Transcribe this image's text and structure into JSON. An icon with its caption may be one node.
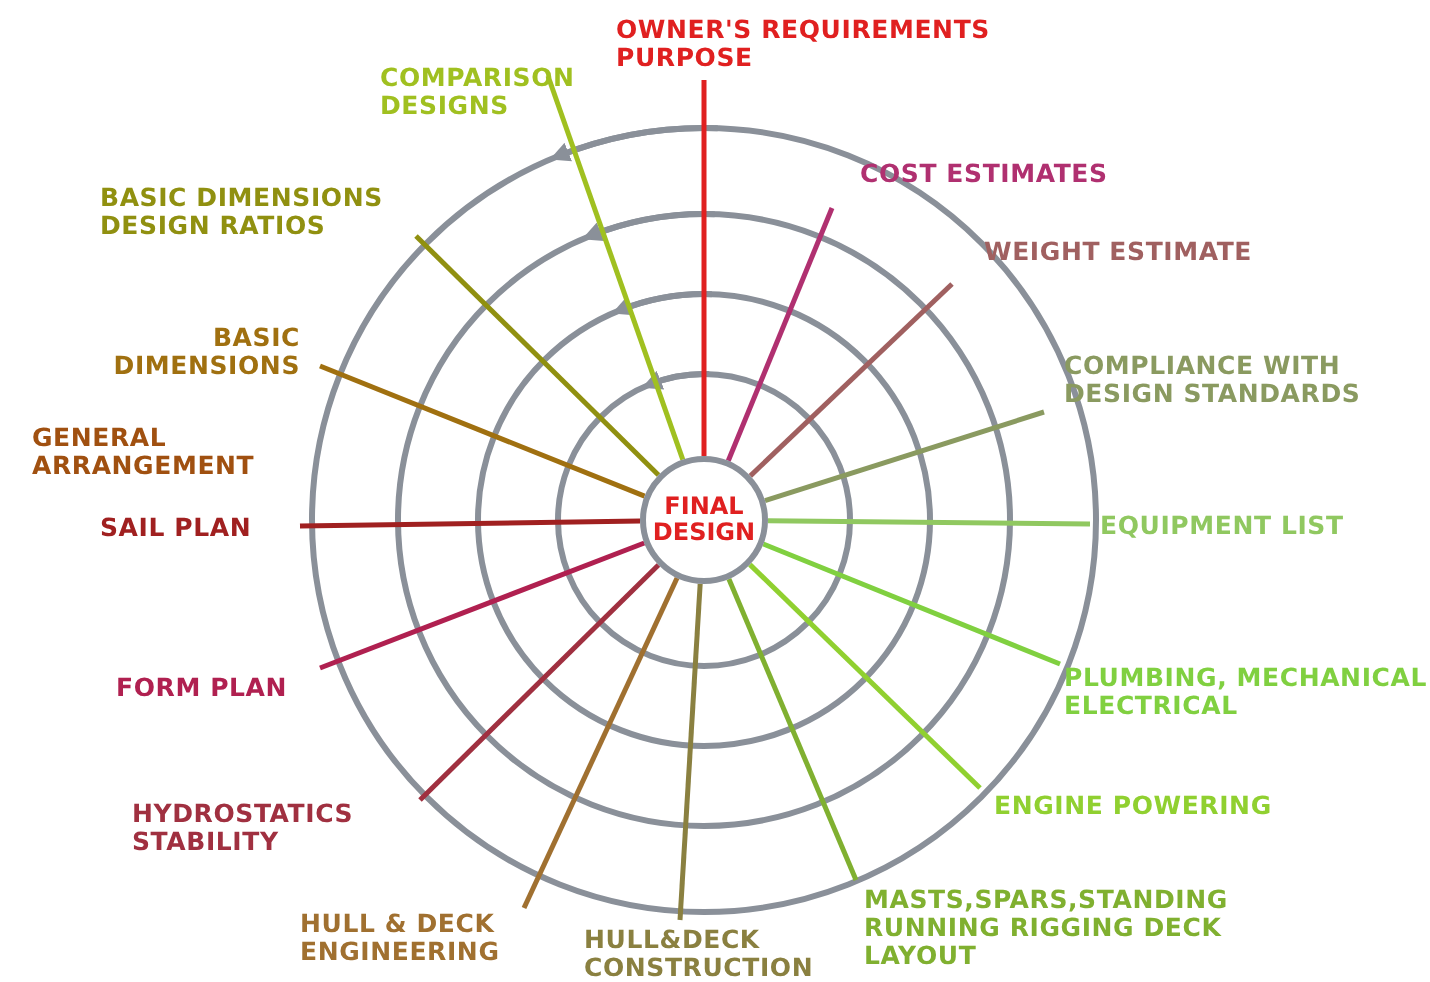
{
  "diagram": {
    "nodes": [
      {
        "text": [
          "FINAL DESIGN"
        ]
      },
      {
        "text": [
          "OWNER'S REQUIREMENTS PURPOSE"
        ]
      },
      {
        "text": [
          "COST ESTIMATES"
        ]
      },
      {
        "text": [
          "WEIGHT ESTIMATE"
        ]
      },
      {
        "text": [
          "COMPLIANCE WITH DESIGN STANDARDS"
        ]
      },
      {
        "text": [
          "EQUIPMENT LIST"
        ]
      },
      {
        "text": [
          "PLUMBING, MECHANICAL ELECTRICAL"
        ]
      },
      {
        "text": [
          "ENGINE POWERING"
        ]
      },
      {
        "text": [
          "MASTS,SPARS,STANDING RUNNING RIGGING DECK LAYOUT"
        ]
      },
      {
        "text": [
          "HULL&DECK CONSTRUCTION"
        ]
      },
      {
        "text": [
          "HULL & DECK ENGINEERING"
        ]
      },
      {
        "text": [
          "HYDROSTATICS STABILITY"
        ]
      },
      {
        "text": [
          "FORM PLAN"
        ]
      },
      {
        "text": [
          "SAIL PLAN"
        ]
      },
      {
        "text": [
          "GENERAL ARRANGEMENT"
        ]
      },
      {
        "text": [
          "BASIC DIMENSIONS"
        ]
      },
      {
        "text": [
          "BASIC DIMENSIONS DESIGN RATIOS"
        ]
      },
      {
        "text": [
          "COMPARISON DESIGNS"
        ]
      }
    ],
    "edges": [
      {
        "from": 1,
        "to": 0,
        "arrow": "none",
        "color": "#e02020"
      },
      {
        "from": 2,
        "to": 0,
        "arrow": "none",
        "color": "#b03070"
      },
      {
        "from": 3,
        "to": 0,
        "arrow": "none",
        "color": "#a06060"
      },
      {
        "from": 4,
        "to": 0,
        "arrow": "none",
        "color": "#8a9a60"
      },
      {
        "from": 5,
        "to": 0,
        "arrow": "none",
        "color": "#90c860"
      },
      {
        "from": 6,
        "to": 0,
        "arrow": "none",
        "color": "#80d040"
      },
      {
        "from": 7,
        "to": 0,
        "arrow": "none",
        "color": "#90d030"
      },
      {
        "from": 8,
        "to": 0,
        "arrow": "none",
        "color": "#80b030"
      },
      {
        "from": 9,
        "to": 0,
        "arrow": "none",
        "color": "#8a8040"
      },
      {
        "from": 10,
        "to": 0,
        "arrow": "none",
        "color": "#a07030"
      },
      {
        "from": 11,
        "to": 0,
        "arrow": "none",
        "color": "#a03040"
      },
      {
        "from": 12,
        "to": 0,
        "arrow": "none",
        "color": "#b02050"
      },
      {
        "from": 13,
        "to": 0,
        "arrow": "none",
        "color": "#a02020"
      },
      {
        "from": 15,
        "to": 0,
        "arrow": "none",
        "color": "#a07010"
      },
      {
        "from": 16,
        "to": 0,
        "arrow": "none",
        "color": "#909010"
      },
      {
        "from": 17,
        "to": 0,
        "arrow": "none",
        "color": "#a0c020"
      }
    ]
  }
}
